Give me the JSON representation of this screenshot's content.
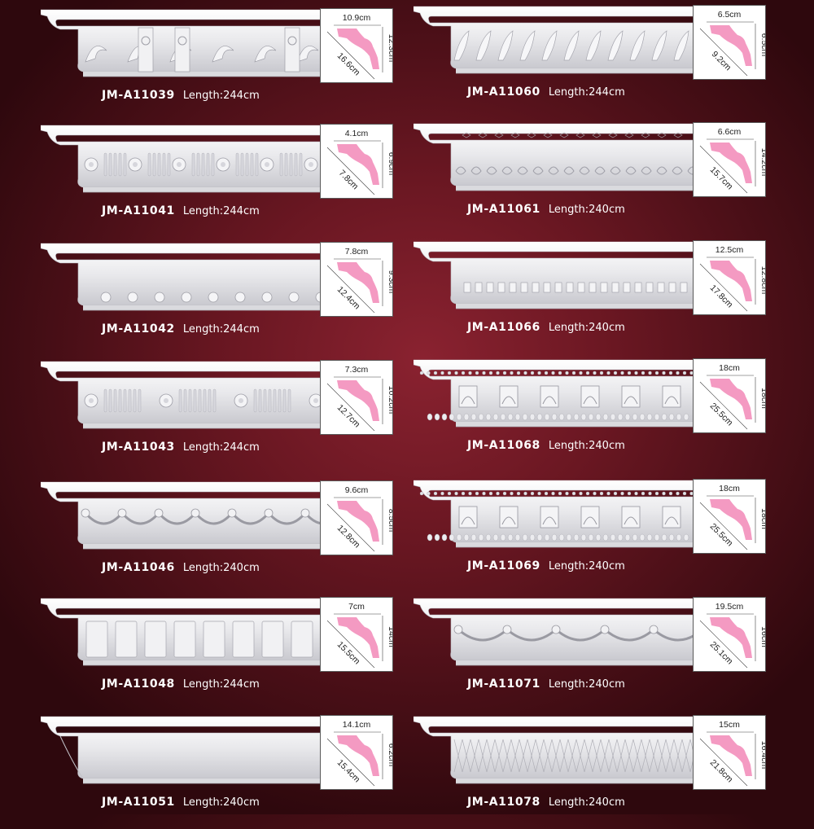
{
  "length_prefix": "Length:",
  "accent_color": "#f49ac2",
  "products": [
    {
      "code": "JM-A11039",
      "length": "244cm",
      "width": "10.9cm",
      "height": "12.3cm",
      "diagonal": "16.6cm",
      "motif": "acanthus-corbel"
    },
    {
      "code": "JM-A11060",
      "length": "244cm",
      "width": "6.5cm",
      "height": "6.5cm",
      "diagonal": "9.2cm",
      "motif": "leaf"
    },
    {
      "code": "JM-A11041",
      "length": "244cm",
      "width": "4.1cm",
      "height": "6.9cm",
      "diagonal": "7.8cm",
      "motif": "rosette-flute"
    },
    {
      "code": "JM-A11061",
      "length": "240cm",
      "width": "6.6cm",
      "height": "14.2cm",
      "diagonal": "15.7cm",
      "motif": "scroll"
    },
    {
      "code": "JM-A11042",
      "length": "244cm",
      "width": "7.8cm",
      "height": "9.3cm",
      "diagonal": "12.4cm",
      "motif": "bead"
    },
    {
      "code": "JM-A11066",
      "length": "240cm",
      "width": "12.5cm",
      "height": "12.8cm",
      "diagonal": "17.8cm",
      "motif": "dentil"
    },
    {
      "code": "JM-A11043",
      "length": "244cm",
      "width": "7.3cm",
      "height": "10.2cm",
      "diagonal": "12.7cm",
      "motif": "rosette-flute-wide"
    },
    {
      "code": "JM-A11068",
      "length": "240cm",
      "width": "18cm",
      "height": "18cm",
      "diagonal": "25.5cm",
      "motif": "modillion"
    },
    {
      "code": "JM-A11046",
      "length": "240cm",
      "width": "9.6cm",
      "height": "8.5cm",
      "diagonal": "12.8cm",
      "motif": "garland-small"
    },
    {
      "code": "JM-A11069",
      "length": "240cm",
      "width": "18cm",
      "height": "18cm",
      "diagonal": "25.5cm",
      "motif": "modillion"
    },
    {
      "code": "JM-A11048",
      "length": "244cm",
      "width": "7cm",
      "height": "14cm",
      "diagonal": "15.5cm",
      "motif": "panel"
    },
    {
      "code": "JM-A11071",
      "length": "240cm",
      "width": "19.5cm",
      "height": "16cm",
      "diagonal": "25.1cm",
      "motif": "garland"
    },
    {
      "code": "JM-A11051",
      "length": "240cm",
      "width": "14.1cm",
      "height": "6.2cm",
      "diagonal": "15.4cm",
      "motif": "plain"
    },
    {
      "code": "JM-A11078",
      "length": "240cm",
      "width": "15cm",
      "height": "16.4cm",
      "diagonal": "21.8cm",
      "motif": "lattice"
    }
  ]
}
